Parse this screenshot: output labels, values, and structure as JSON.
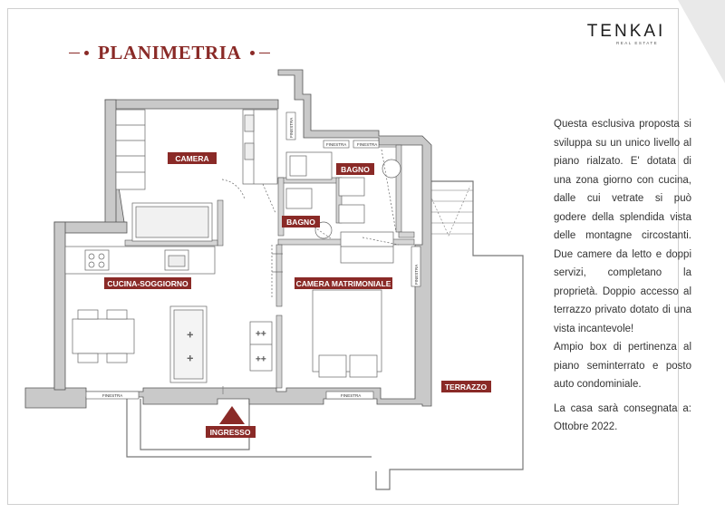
{
  "header": {
    "title": "PLANIMETRIA",
    "brand": "TENKAI",
    "brand_sub": "REAL ESTATE"
  },
  "rooms": {
    "camera": "CAMERA",
    "bagno_1": "BAGNO",
    "bagno_2": "BAGNO",
    "cucina": "CUCINA-SOGGIORNO",
    "camera_matrimoniale": "CAMERA MATRIMONIALE",
    "terrazzo": "TERRAZZO",
    "ingresso": "INGRESSO"
  },
  "windows": {
    "finestra_1": "FINESTRA",
    "finestra_2": "FINESTRA",
    "finestra_3": "FINESTRA",
    "finestra_4": "FINESTRA",
    "finestra_5": "FINESTRA",
    "finestra_6": "FINESTRA"
  },
  "description": {
    "p1": "Questa esclusiva proposta si sviluppa su un unico livello al piano rialzato. E' dotata di una zona giorno con cucina, dalle cui vetrate si può godere della splendida vista delle montagne circostanti. Due camere da letto e doppi servizi, completano la proprietà. Doppio accesso al terrazzo privato dotato di una vista incantevole!",
    "p2": "Ampio box di pertinenza al piano seminterrato e posto auto condominiale.",
    "p3": "La casa sarà consegnata a: Ottobre 2022."
  }
}
